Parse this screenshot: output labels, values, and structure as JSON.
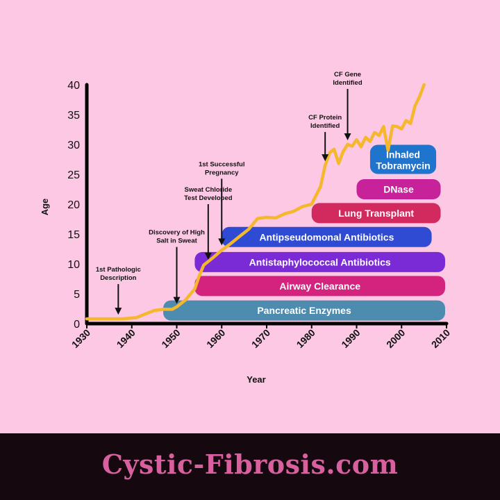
{
  "chart_data": {
    "type": "line",
    "xlabel": "Year",
    "ylabel": "Age",
    "xlim": [
      1930,
      2010
    ],
    "ylim": [
      0,
      40
    ],
    "x_ticks": [
      1930,
      1940,
      1950,
      1960,
      1970,
      1980,
      1990,
      2000,
      2010
    ],
    "y_ticks": [
      0,
      5,
      10,
      15,
      20,
      25,
      30,
      35,
      40
    ],
    "grid": false,
    "series": [
      {
        "color": "#F5B72C",
        "points": [
          [
            1930,
            0.8
          ],
          [
            1935,
            0.8
          ],
          [
            1938,
            0.8
          ],
          [
            1941,
            1.0
          ],
          [
            1943,
            1.6
          ],
          [
            1945,
            2.2
          ],
          [
            1947,
            2.4
          ],
          [
            1949,
            2.4
          ],
          [
            1950,
            2.8
          ],
          [
            1952,
            4.0
          ],
          [
            1954,
            5.8
          ],
          [
            1955,
            8.0
          ],
          [
            1956,
            9.8
          ],
          [
            1958,
            11.0
          ],
          [
            1960,
            12.3
          ],
          [
            1962,
            13.4
          ],
          [
            1964,
            14.6
          ],
          [
            1966,
            15.8
          ],
          [
            1968,
            17.6
          ],
          [
            1970,
            17.8
          ],
          [
            1972,
            17.7
          ],
          [
            1974,
            18.4
          ],
          [
            1976,
            18.8
          ],
          [
            1978,
            19.6
          ],
          [
            1980,
            20.0
          ],
          [
            1982,
            23.0
          ],
          [
            1983,
            26.5
          ],
          [
            1984,
            28.6
          ],
          [
            1985,
            29.2
          ],
          [
            1986,
            26.8
          ],
          [
            1987,
            28.8
          ],
          [
            1988,
            30.0
          ],
          [
            1989,
            29.7
          ],
          [
            1990,
            30.8
          ],
          [
            1991,
            29.6
          ],
          [
            1992,
            31.2
          ],
          [
            1993,
            30.5
          ],
          [
            1994,
            32.0
          ],
          [
            1995,
            31.5
          ],
          [
            1996,
            33.0
          ],
          [
            1997,
            29.0
          ],
          [
            1998,
            33.1
          ],
          [
            1999,
            33.0
          ],
          [
            2000,
            32.6
          ],
          [
            2001,
            34.0
          ],
          [
            2002,
            33.5
          ],
          [
            2003,
            36.5
          ],
          [
            2004,
            38.0
          ],
          [
            2005,
            40.0
          ]
        ]
      }
    ],
    "therapy_bars": [
      {
        "label": "Pancreatic Enzymes",
        "start": 1947,
        "end": 2010,
        "y": 2.2,
        "color": "#4D8BAF"
      },
      {
        "label": "Airway Clearance",
        "start": 1954,
        "end": 2010,
        "y": 6.3,
        "color": "#D4227F"
      },
      {
        "label": "Antistaphylococcal Antibiotics",
        "start": 1954,
        "end": 2010,
        "y": 10.3,
        "color": "#7B2BD5"
      },
      {
        "label": "Antipseudomonal Antibiotics",
        "start": 1960,
        "end": 2007,
        "y": 14.5,
        "color": "#2F4BD3"
      },
      {
        "label": "Lung Transplant",
        "start": 1980,
        "end": 2009,
        "y": 18.5,
        "color": "#D2295F"
      },
      {
        "label": "DNase",
        "start": 1990,
        "end": 2009,
        "y": 22.5,
        "color": "#C8229A"
      },
      {
        "label": "Inhaled Tobramycin",
        "start": 1993,
        "end": 2008,
        "y": 27.5,
        "color": "#1F74CE"
      }
    ],
    "annotations": [
      {
        "lines": [
          "1st Pathologic",
          "Description"
        ],
        "x": 1937,
        "y": 0.8
      },
      {
        "lines": [
          "Discovery of High",
          "Salt in Sweat"
        ],
        "x": 1950,
        "y": 2.6
      },
      {
        "lines": [
          "Sweat Chloride",
          "Test Developed"
        ],
        "x": 1957,
        "y": 10.0
      },
      {
        "lines": [
          "1st Successful",
          "Pregnancy"
        ],
        "x": 1960,
        "y": 12.4
      },
      {
        "lines": [
          "CF Protein",
          "Identified"
        ],
        "x": 1983,
        "y": 26.5
      },
      {
        "lines": [
          "CF Gene",
          "Identified"
        ],
        "x": 1988,
        "y": 30.0
      }
    ]
  },
  "footer": {
    "brand": "Cystic-Fibrosis.com"
  }
}
